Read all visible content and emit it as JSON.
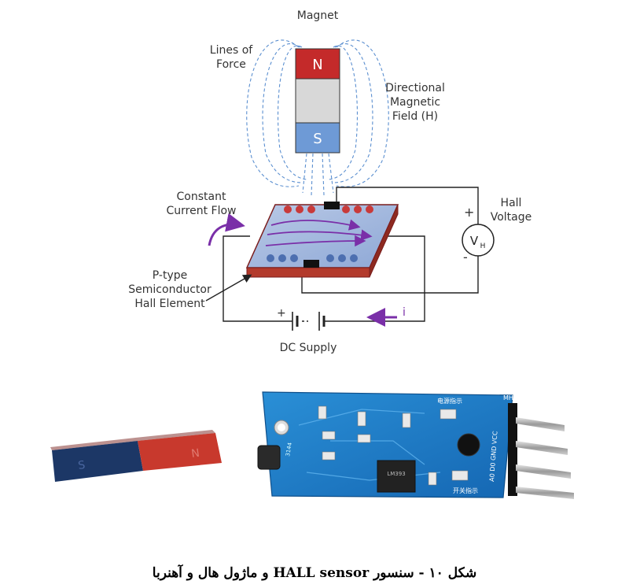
{
  "diagram": {
    "labels": {
      "magnet": "Magnet",
      "lines_of_force_1": "Lines of",
      "lines_of_force_2": "Force",
      "directional_1": "Directional",
      "directional_2": "Magnetic",
      "directional_3": "Field (H)",
      "constant_1": "Constant",
      "constant_2": "Current Flow",
      "ptype_1": "P-type",
      "ptype_2": "Semiconductor",
      "ptype_3": "Hall Element",
      "hall_1": "Hall",
      "hall_2": "Voltage",
      "dc_supply": "DC Supply",
      "pole_n": "N",
      "pole_s": "S",
      "plus_top": "+",
      "minus_bottom": "-",
      "battery_plus": "+",
      "current_i": "i",
      "voltmeter_v": "V",
      "voltmeter_sub": "H"
    }
  },
  "photos": {
    "bar_magnet": {
      "pole_s": "S",
      "pole_n": "N"
    },
    "sensor_board": {
      "header": "MH",
      "pins": "A0 D0 GND VCC",
      "top_label": "电源指示",
      "bottom_label": "开关指示",
      "chip": "LM393",
      "number": "3144"
    }
  },
  "caption": "شکل ۱۰ - سنسور HALL sensor و ماژول هال و آهنربا"
}
